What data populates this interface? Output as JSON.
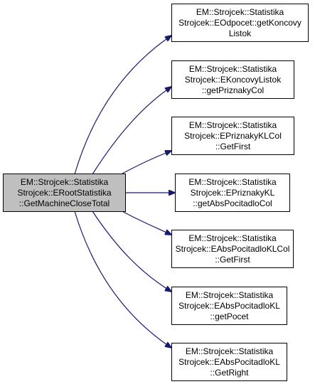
{
  "graph": {
    "colors": {
      "edge": "#191970",
      "root_fill": "#bfbfbf",
      "node_fill": "#ffffff",
      "border": "#000000"
    },
    "root": {
      "lines": [
        "EM::Strojcek::Statistika",
        "Strojcek::ERootStatistika",
        "::GetMachineCloseTotal"
      ]
    },
    "callees": [
      {
        "lines": [
          "EM::Strojcek::Statistika",
          "Strojcek::EOdpocet::getKoncovy",
          "Listok"
        ]
      },
      {
        "lines": [
          "EM::Strojcek::Statistika",
          "Strojcek::EKoncovyListok",
          "::getPriznakyCol"
        ]
      },
      {
        "lines": [
          "EM::Strojcek::Statistika",
          "Strojcek::EPriznakyKLCol",
          "::GetFirst"
        ]
      },
      {
        "lines": [
          "EM::Strojcek::Statistika",
          "Strojcek::EPriznakyKL",
          "::getAbsPocitadloCol"
        ]
      },
      {
        "lines": [
          "EM::Strojcek::Statistika",
          "Strojcek::EAbsPocitadloKLCol",
          "::GetFirst"
        ]
      },
      {
        "lines": [
          "EM::Strojcek::Statistika",
          "Strojcek::EAbsPocitadloKL",
          "::getPocet"
        ]
      },
      {
        "lines": [
          "EM::Strojcek::Statistika",
          "Strojcek::EAbsPocitadloKL",
          "::GetRight"
        ]
      }
    ]
  }
}
